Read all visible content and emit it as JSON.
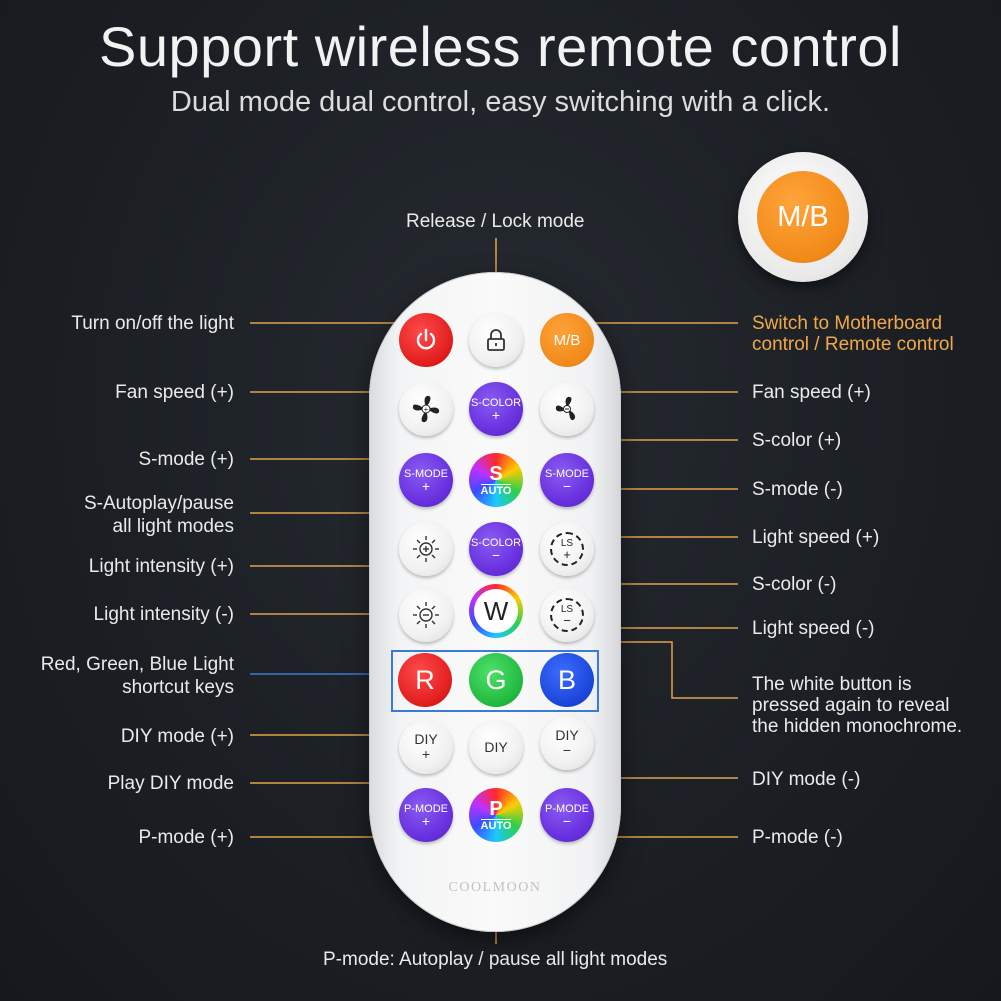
{
  "header": {
    "title": "Support wireless remote control",
    "subtitle": "Dual mode dual control, easy switching with a click."
  },
  "colors": {
    "accent_orange": "#f0a84a",
    "highlight_blue": "#3a7bd5",
    "line_orange": "#e4a24c"
  },
  "callout": {
    "mb_label": "M/B"
  },
  "labels": {
    "top": "Release / Lock mode",
    "bottom": "P-mode: Autoplay / pause all light modes",
    "left": [
      "Turn on/off the light",
      "Fan speed (+)",
      "S-mode (+)",
      "S-Autoplay/pause",
      "all light modes",
      "Light intensity (+)",
      "Light intensity (-)",
      "Red, Green, Blue Light",
      "shortcut keys",
      "DIY mode (+)",
      "Play DIY mode",
      "P-mode (+)"
    ],
    "right": [
      "Switch to Motherboard",
      "control / Remote control",
      "Fan speed (+)",
      "S-color (+)",
      "S-mode (-)",
      "Light speed (+)",
      "S-color (-)",
      "Light speed (-)",
      "The white button is",
      "pressed again to reveal",
      "the hidden monochrome.",
      "DIY mode (-)",
      "P-mode (-)"
    ]
  },
  "remote": {
    "brand": "COOLMOON",
    "buttons": {
      "mb": "M/B",
      "s_color_plus": [
        "S-COLOR",
        "+"
      ],
      "s_mode_plus": [
        "S-MODE",
        "+"
      ],
      "s_auto": [
        "S",
        "AUTO"
      ],
      "s_mode_minus": [
        "S-MODE",
        "−"
      ],
      "s_color_minus": [
        "S-COLOR",
        "−"
      ],
      "ls_plus": [
        "LS",
        "+"
      ],
      "w": "W",
      "ls_minus": [
        "LS",
        "−"
      ],
      "r": "R",
      "g": "G",
      "b": "B",
      "diy_plus": [
        "DIY",
        "+"
      ],
      "diy": "DIY",
      "diy_minus": [
        "DIY",
        "−"
      ],
      "p_mode_plus": [
        "P-MODE",
        "+"
      ],
      "p_auto": [
        "P",
        "AUTO"
      ],
      "p_mode_minus": [
        "P-MODE",
        "−"
      ]
    }
  }
}
